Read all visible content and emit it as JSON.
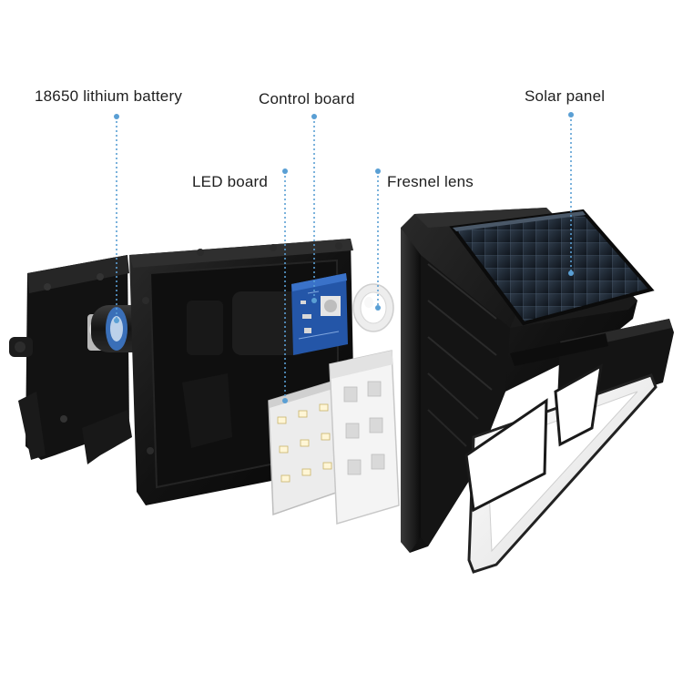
{
  "labels": {
    "battery": "18650 lithium battery",
    "control_board": "Control board",
    "solar_panel": "Solar panel",
    "led_board": "LED board",
    "fresnel_lens": "Fresnel lens"
  },
  "colors": {
    "leader_line": "#5a9fd4",
    "housing": "#161616",
    "solar_cell": "#1f2a36",
    "control_board": "#2456a8",
    "led_board": "#eeeeee",
    "lens_frame": "#f4f4f4"
  }
}
